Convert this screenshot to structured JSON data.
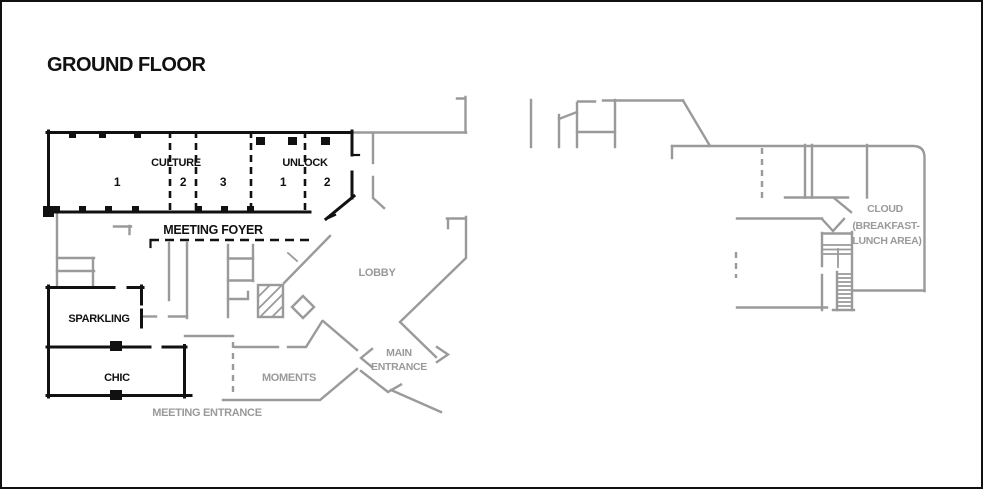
{
  "title": "GROUND FLOOR",
  "colors": {
    "highlight_walls": "#111111",
    "base_walls": "#9a9a9a",
    "background": "#ffffff"
  },
  "rooms": {
    "culture": {
      "name": "CULTURE",
      "sections": [
        "1",
        "2",
        "3"
      ]
    },
    "unlock": {
      "name": "UNLOCK",
      "sections": [
        "1",
        "2"
      ]
    },
    "meeting_foyer": {
      "name": "MEETING FOYER"
    },
    "sparkling": {
      "name": "SPARKLING"
    },
    "chic": {
      "name": "CHIC"
    },
    "lobby": {
      "name": "LOBBY"
    },
    "moments": {
      "name": "MOMENTS"
    },
    "main_entrance": {
      "lines": [
        "MAIN",
        "ENTRANCE"
      ]
    },
    "meeting_entrance": {
      "name": "MEETING ENTRANCE"
    },
    "cloud": {
      "lines": [
        "CLOUD",
        "(BREAKFAST-",
        "LUNCH AREA)"
      ]
    }
  }
}
